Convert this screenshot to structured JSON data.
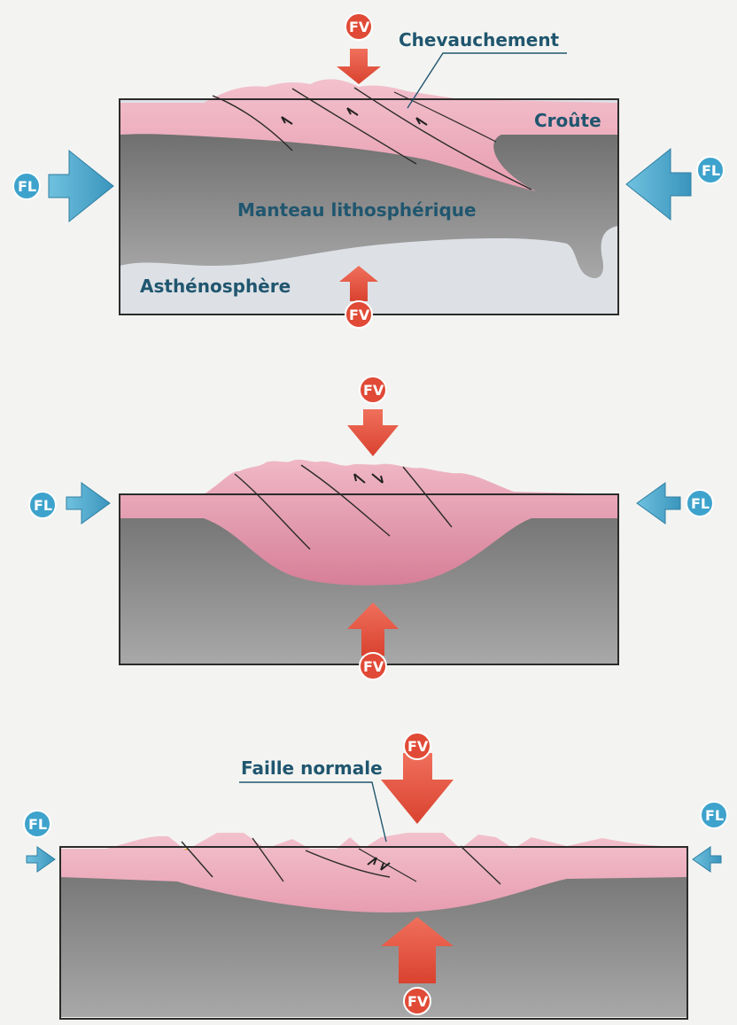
{
  "panels": [
    {
      "labels": {
        "thrust": "Chevauchement",
        "crust": "Croûte",
        "mantle": "Manteau lithosphérique",
        "asthenosphere": "Asthénosphère"
      },
      "forces": {
        "lateral": "FL",
        "vertical": "FV"
      }
    },
    {
      "forces": {
        "lateral": "FL",
        "vertical": "FV"
      }
    },
    {
      "labels": {
        "fault": "Faille normale"
      },
      "forces": {
        "lateral": "FL",
        "vertical": "FV"
      }
    }
  ],
  "colors": {
    "crust": "#eeb0c0",
    "mantle": "#8d8d8d",
    "asthenosphere": "#dde1e6",
    "lateral_arrow": "#4aa9cf",
    "vertical_arrow": "#e9543f",
    "sediment": "#e8a23a",
    "label_text": "#20566f"
  },
  "icons": {
    "lateral_force": "blue-right-arrow-icon",
    "vertical_force": "red-down-arrow-icon",
    "force_badge": "circle-badge-icon"
  }
}
